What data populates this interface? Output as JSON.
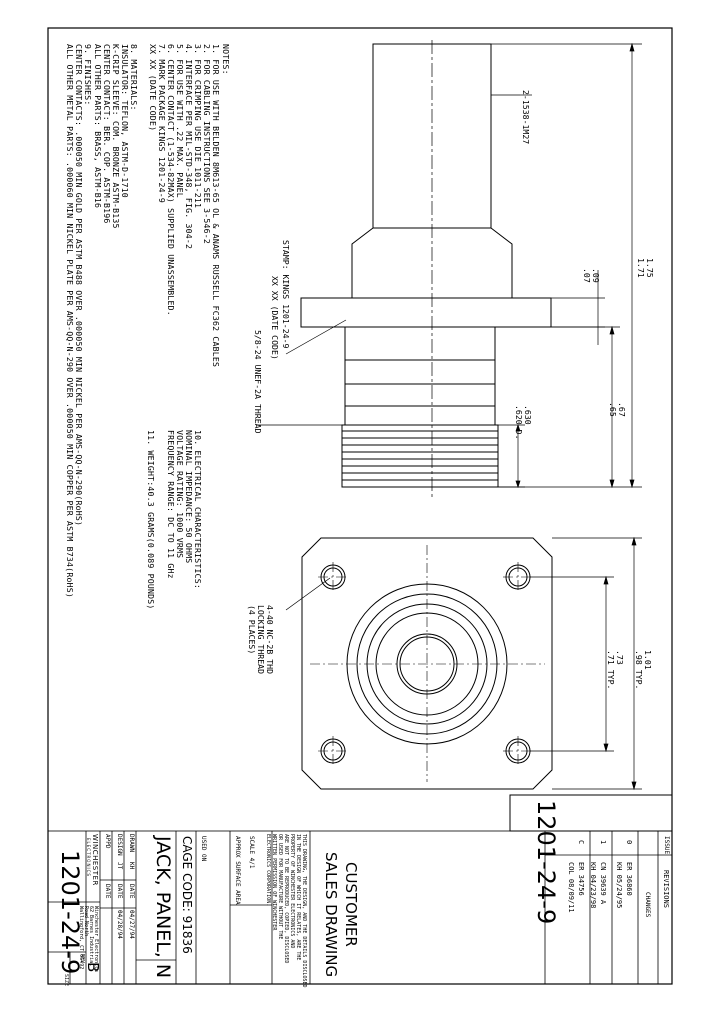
{
  "drawing": {
    "number_large": "1201-24-9",
    "number_strip": "1201-24-9"
  },
  "notes": {
    "heading": "NOTES:",
    "lines": [
      "1.  FOR USE WITH BELDEN 8M613-65 OL & ANAMS RUSSELL FC362 CABLES",
      "2.  FOR CABLING INSTRUCTIONS SEE 3-546-2",
      "3.  FOR CRIMPING USE DIE 1011-211",
      "4.  INTERFACE PER MIL-STD-348, FIG. 304-2",
      "5.  FOR USE WITH .22 MAX. PANEL",
      "6.  CENTER CONTACT (1-534-82MAX) SUPPLIED UNASSEMBLED.",
      "7.  MARK PACKAGE KINGS 1201-24-9",
      "         XX XX (DATE CODE)",
      "8.  MATERIALS:",
      "      INSULATOR: TEFLON, ASTM-D-1710",
      "      K-CRIP SLEEVE: COM. BRONZE ASTM-B135",
      "      CENTER CONTACT: BER. COP. ASTM-B196",
      "      ALL OTHER PARTS: BRASS, ASTM-B16",
      "9.  FINISHES:",
      "      CENTER CONTACTS: .000050 MIN GOLD PER ASTM B488 OVER .000050 MIN NICKEL PER AMS-QQ-N-290(RoHS)",
      "      ALL OTHER METAL PARTS: .000060 MIN NICKEL PLATE PER AMS-QQ-N-290 OVER .000050 MIN COPPER PER ASTM B734(RoHS)"
    ],
    "electrical": [
      "10. ELECTRICAL CHARACTERISTICS:",
      "      NOMINAL IMPEDANCE: 50 OHMS",
      "      VOLTAGE RATING: 1000 VRMS",
      "      FREQUENCY RANGE: DC TO 11 GHz",
      "11. WEIGHT:40.3 GRAMS(0.089 POUNDS)"
    ]
  },
  "dimensions": {
    "hex": "2-1538-1M27",
    "overall_length": "1.75",
    "overall_length_tol": "1.71",
    "flange_a": ".09",
    "flange_b": ".07",
    "body_len": ".67",
    "body_len2": ".65",
    "thread_dia_a": ".630",
    "thread_dia_b": ".620 D.",
    "stamp_1": "STAMP: KINGS 1201-24-9",
    "stamp_2": "XX XX (DATE CODE)",
    "thread": "5/8-24 UNEF-2A THREAD",
    "panel_size": "1.01",
    "panel_size_2": ".98 TYP.",
    "hole_spacing": ".73",
    "hole_spacing_2": ".71 TYP.",
    "holes_1": "4-40 NC-2B THD",
    "holes_2": "LOCKING THREAD",
    "holes_3": "(4 PLACES)"
  },
  "revisions": {
    "title": "REVISIONS",
    "col_issue": "ISSUE",
    "col_changes": "CHANGES",
    "rows": [
      {
        "issue": "0",
        "change": "ER  36860",
        "by": "KH  05/24/95"
      },
      {
        "issue": "1",
        "change": "CN  39639  A",
        "by": "KH  04/23/98"
      },
      {
        "issue": "C",
        "change": "ER  34756",
        "by": "COL 08/09/11"
      }
    ]
  },
  "title_block": {
    "customer_1": "CUSTOMER",
    "customer_2": "SALES DRAWING",
    "proprietary": [
      "THIS DRAWING, THE DESIGN, AND THE DETAILS DISCLOSED",
      "IN THE DESIGN OF WHICH IT RELATES, ARE THE",
      "PROPERTY OF WINCHESTER ELECTRONICS AND",
      "ARE NOT TO BE REPRODUCED, COPIED, DISCLOSED",
      "OR USED FOR MANUFACTURE WITHOUT THE",
      "WRITTEN PERMISSION OF WINCHESTER",
      "ELECTRONICS CORPORATION."
    ],
    "scale": "SCALE 4/1",
    "approx_surface": "APPROX SURFACE AREA",
    "used_on": "USED ON",
    "cage_code": "CAGE CODE: 91836",
    "title": "JACK, PANEL, N",
    "drawn_label": "DRAWN",
    "drawn_by": "KH",
    "drawn_date_label": "DATE",
    "drawn_date": "04/27/94",
    "design_label": "DESIGN",
    "design_by": "JT",
    "design_date_label": "DATE",
    "design_date": "04/28/94",
    "appd_label": "APPD",
    "appd_date_label": "DATE",
    "company": "WINCHESTER",
    "company_sub": "ELECTRONICS",
    "address_1": "Winchester Electronics",
    "address_2": "62 Barnes Industrial",
    "address_3": "Road North",
    "address_4": "Wallingford, CT 06492",
    "rev_label": "REV",
    "rev": "B",
    "size_label": "SIZE",
    "dwg_no_label": "DWG NO"
  }
}
